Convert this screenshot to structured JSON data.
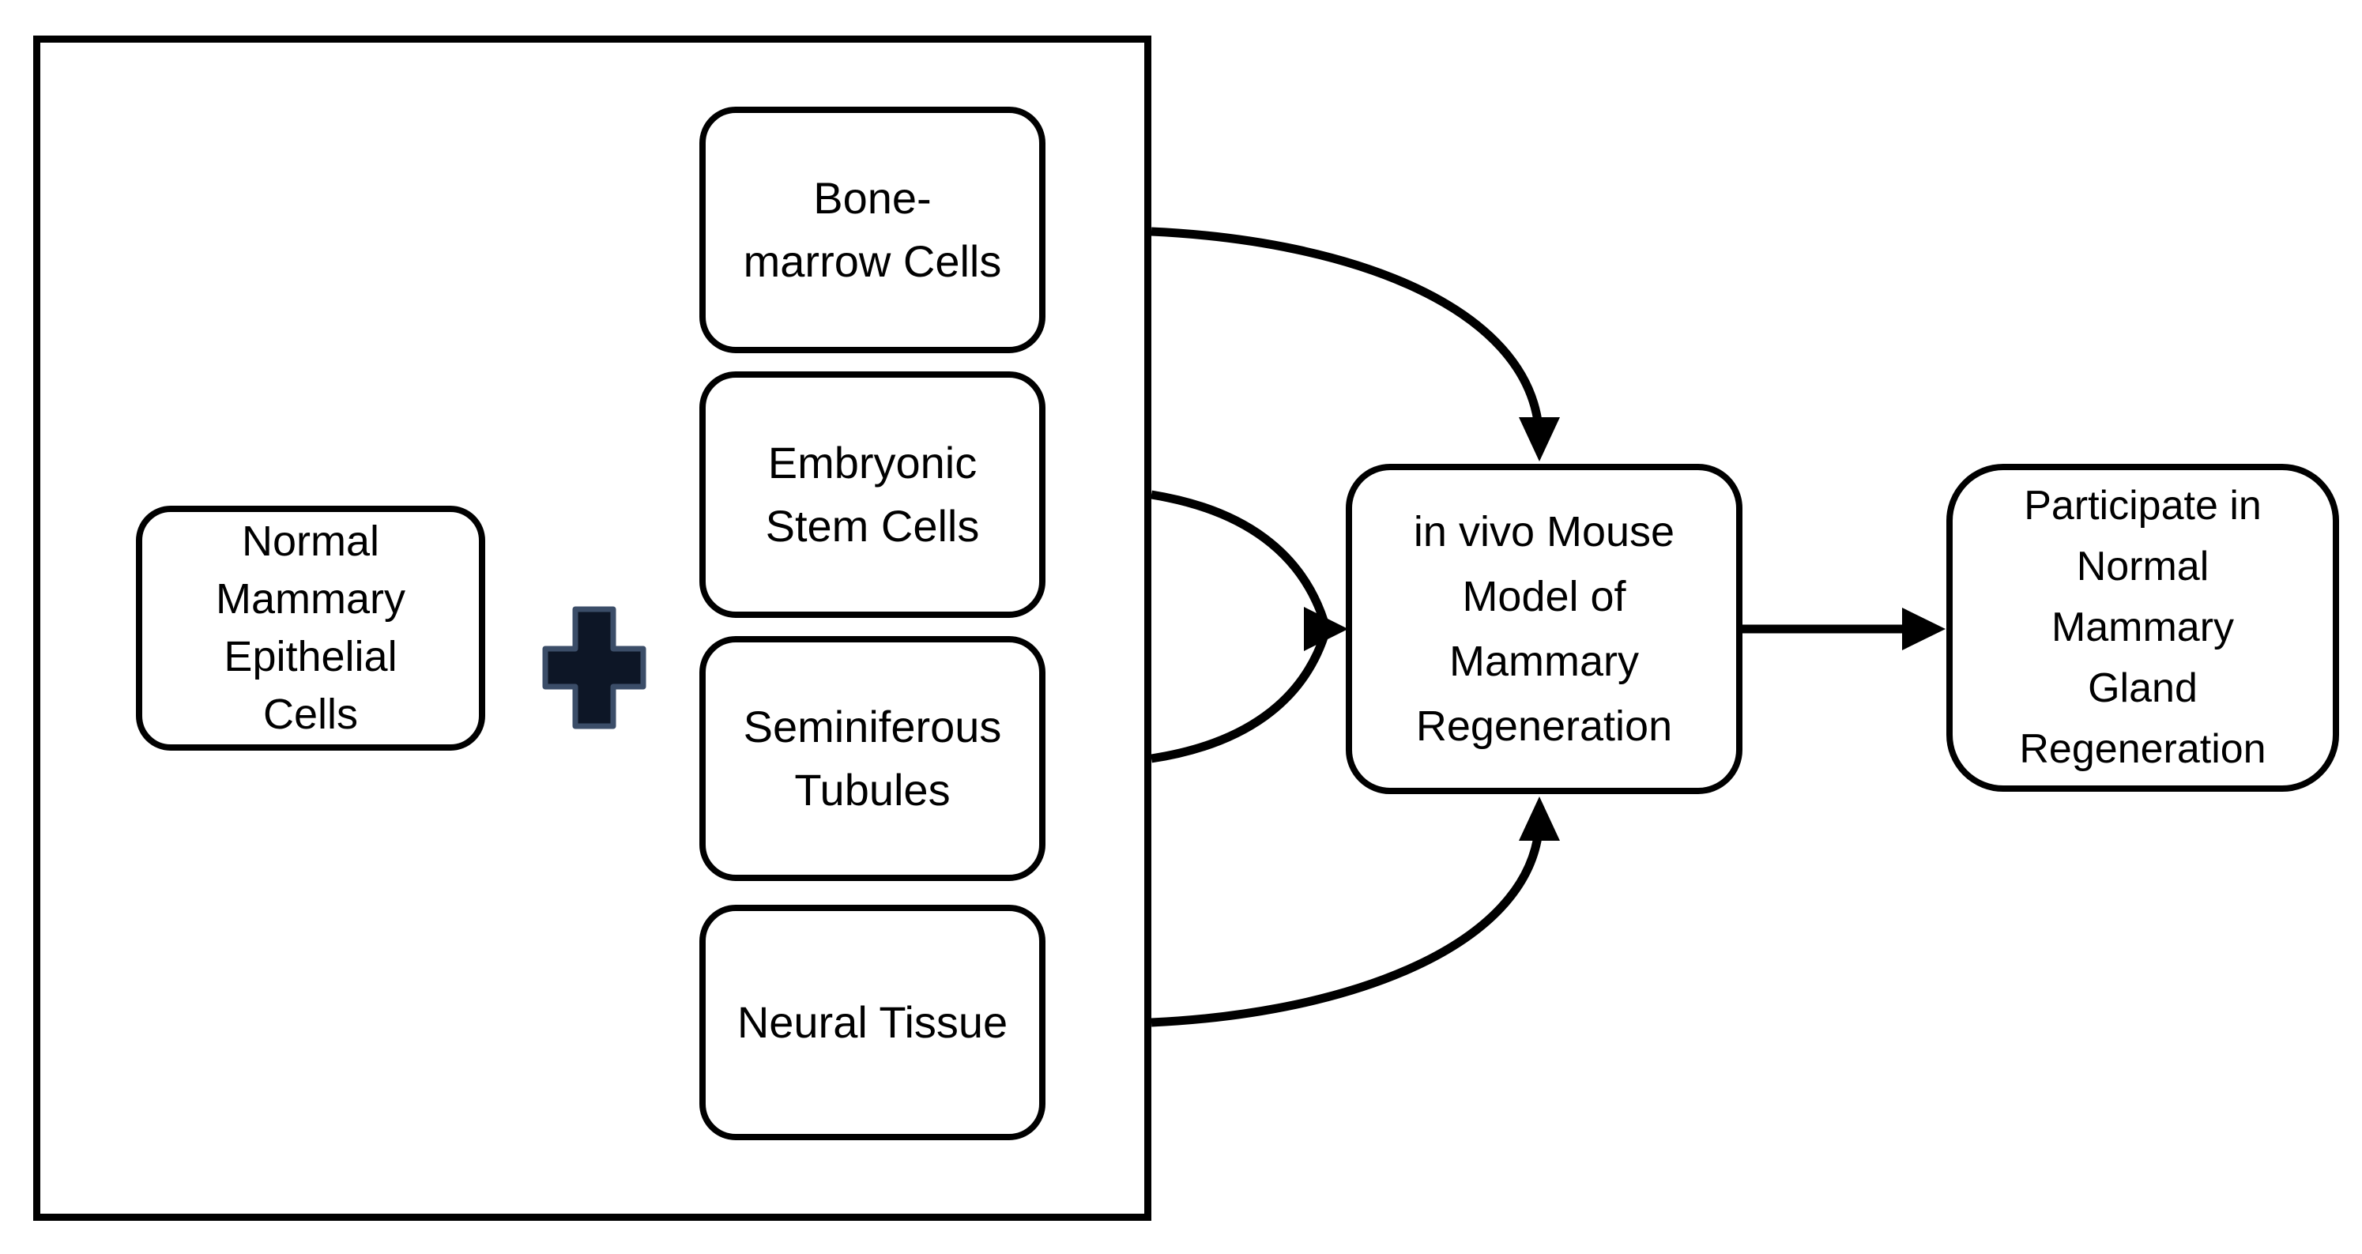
{
  "diagram": {
    "title": "Heterotypic cell combination mammary regeneration flow diagram",
    "background_color": "#ffffff",
    "line_color": "#000000",
    "plus_icon": {
      "glyph": "+",
      "fill_color": "#0d1626",
      "outline_color": "#3b4d68"
    }
  },
  "nodes": {
    "left": {
      "label": "Normal\nMammary\nEpithelial\nCells"
    },
    "stack": [
      {
        "label": "Bone-\nmarrow Cells"
      },
      {
        "label": "Embryonic\nStem Cells"
      },
      {
        "label": "Seminiferous\nTubules"
      },
      {
        "label": "Neural Tissue"
      }
    ],
    "middle": {
      "label": "in vivo Mouse\nModel of\nMammary\nRegeneration"
    },
    "right": {
      "label": "Participate in\nNormal\nMammary\nGland\nRegeneration"
    }
  },
  "edges": [
    {
      "from": "bone-marrow-cells",
      "to": "in-vivo-mouse-model",
      "style": "curved-down"
    },
    {
      "from": "embryonic-stem-cells",
      "to": "in-vivo-mouse-model",
      "style": "curved-converging"
    },
    {
      "from": "seminiferous-tubules",
      "to": "in-vivo-mouse-model",
      "style": "curved-converging"
    },
    {
      "from": "neural-tissue",
      "to": "in-vivo-mouse-model",
      "style": "curved-up"
    },
    {
      "from": "in-vivo-mouse-model",
      "to": "participate-in-normal-mammary-gland-regeneration",
      "style": "straight"
    }
  ]
}
